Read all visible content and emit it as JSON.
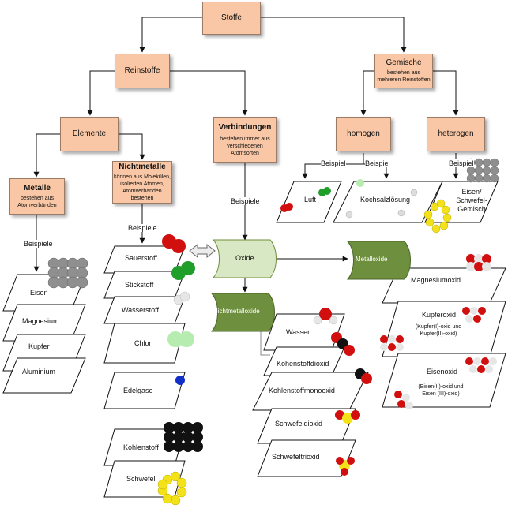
{
  "nodes": {
    "stoffe": "Stoffe",
    "reinstoffe": "Reinstoffe",
    "gemische": {
      "title": "Gemische",
      "sub": "bestehen aus mehreren Reinstoffen"
    },
    "elemente": "Elemente",
    "verbindungen": {
      "title": "Verbindungen",
      "sub": "bestehen immer aus verschiedenen Atomsorten"
    },
    "homogen": "homogen",
    "heterogen": "heterogen",
    "metalle": {
      "title": "Metalle",
      "sub": "bestehen aus Atomverbänden"
    },
    "nichtmetalle": {
      "title": "Nichtmetalle",
      "sub": "können aus Molekülen, isolierten Atomen, Atomverbänden bestehen"
    }
  },
  "labels": {
    "beispiel": "Beispiel",
    "beispiele": "Beispiele"
  },
  "gemische_examples": {
    "homogen": [
      "Luft",
      "Kochsalzlösung"
    ],
    "heterogen": "Eisen/ Schwefel- Gemisch"
  },
  "metalle_list": [
    "Eisen",
    "Magnesium",
    "Kupfer",
    "Aluminium"
  ],
  "nichtmetalle_list": [
    "Sauerstoff",
    "Stickstoff",
    "Wasserstoff",
    "Chlor",
    "Edelgase",
    "Kohlenstoff",
    "Schwefel"
  ],
  "oxide": {
    "oxide": "Oxide",
    "nichtmetalloxide": "Nichtmetalloxide",
    "metalloxide": "Metalloxide"
  },
  "nichtmetalloxide_list": [
    "Wasser",
    "Kohenstoffdioxid",
    "Kohlenstoffmonooxid",
    "Schwefeldioxid",
    "Schwefeltrioxid"
  ],
  "metalloxide_list": [
    {
      "name": "Magnesiumoxid",
      "sub": ""
    },
    {
      "name": "Kupferoxid",
      "sub": "(Kupfer(I)-oxid und Kupfer(II)-oxid)"
    },
    {
      "name": "Eisenoxid",
      "sub": "(Eisen(II)-oxid und Eisen (III)-oxid)"
    }
  ],
  "colors": {
    "box_fill": "#f9c7a5",
    "oxide_light": "#d9e8c4",
    "oxide_dark": "#6e8f3d",
    "oxygen": "#d10f0f",
    "nitrogen": "#1f9e2a",
    "hydrogen": "#e6e6e6",
    "chlorine": "#b6ecb0",
    "carbon": "#111111",
    "sulfur": "#f3e21a",
    "noble_gas": "#1230c8",
    "metal": "#8f8f8f"
  }
}
